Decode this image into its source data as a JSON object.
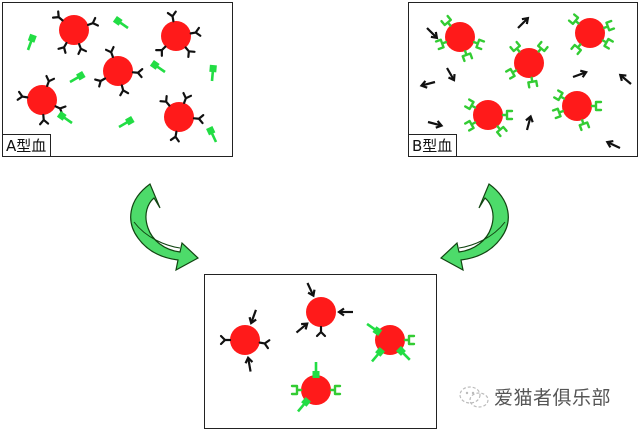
{
  "panels": {
    "type_a": {
      "label": "A型血"
    },
    "type_b": {
      "label": "B型血"
    }
  },
  "watermark": {
    "text": "爱猫者俱乐部",
    "icon": "wechat-bubble-icon"
  },
  "colors": {
    "red_cell": "#ff1a1a",
    "antigen_a": "#111111",
    "antibody_green": "#33dd33",
    "arrow_green": "#44dd66",
    "arrow_outline": "#114411",
    "border": "#222222"
  },
  "diagram": {
    "description": "Blood type A and B mixing: A-type cells with A antigens and anti-B antibodies; B-type cells with B antigens and anti-A antibodies; mixing leads to antibodies binding opposing cells",
    "arrows": [
      "left-curved-arrow",
      "right-curved-arrow"
    ]
  }
}
